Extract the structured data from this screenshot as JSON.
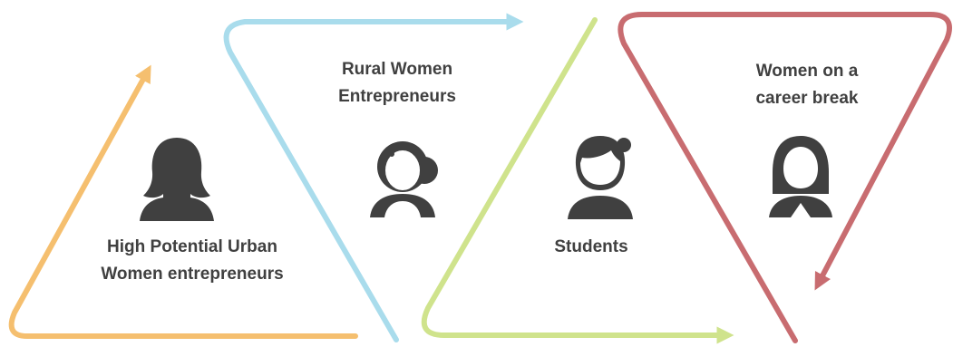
{
  "colors": {
    "orange": "#f5bf6f",
    "blue": "#a9dcec",
    "green": "#cfe38c",
    "red": "#c86c70",
    "icon": "#404040"
  },
  "segments": [
    {
      "name": "high-potential-urban",
      "label_line1": "High Potential Urban",
      "label_line2": "Women entrepreneurs",
      "icon": "woman-long-hair-icon"
    },
    {
      "name": "rural-women",
      "label_line1": "Rural Women",
      "label_line2": "Entrepreneurs",
      "icon": "woman-bun-icon"
    },
    {
      "name": "students",
      "label_line1": "Students",
      "label_line2": "",
      "icon": "girl-ponytail-icon"
    },
    {
      "name": "career-break",
      "label_line1": "Women on a",
      "label_line2": "career break",
      "icon": "woman-short-hair-icon"
    }
  ]
}
